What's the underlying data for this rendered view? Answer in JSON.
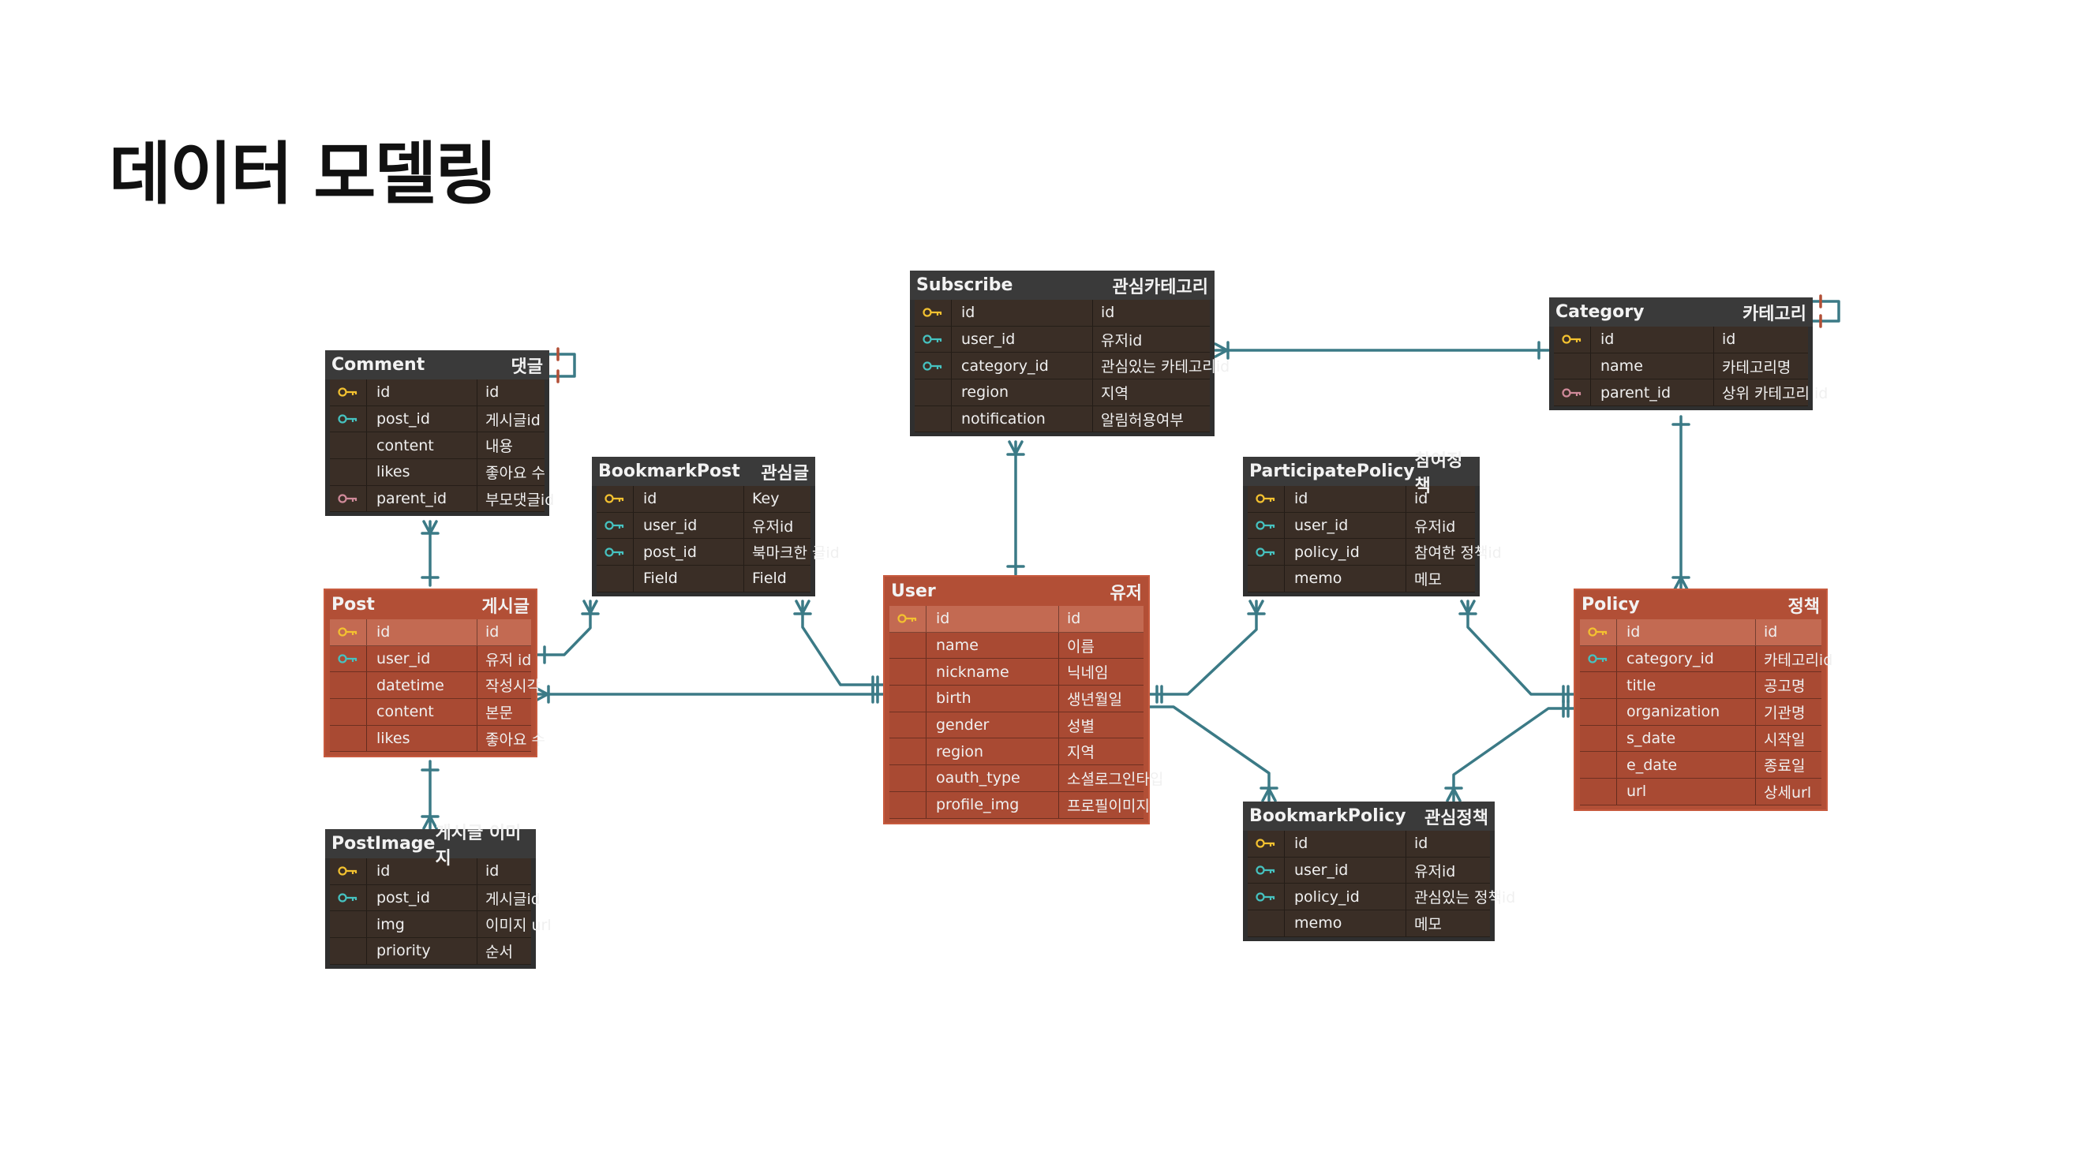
{
  "page": {
    "title": "데이터 모델링"
  },
  "colors": {
    "dark_table": "#2f2f2f",
    "main_table": "#b24f36",
    "line": "#3b7a86",
    "pk_key": "#f3c130",
    "fk_key": "#46c2c0",
    "self_key": "#d08a9a"
  },
  "icons": {
    "primary_key": "key-icon",
    "foreign_key": "key-icon",
    "self_reference": "key-icon"
  },
  "tables": {
    "comment": {
      "name": "Comment",
      "label": "댓글",
      "columns": [
        {
          "key": "pk",
          "name": "id",
          "desc": "id"
        },
        {
          "key": "fk",
          "name": "post_id",
          "desc": "게시글id"
        },
        {
          "key": "",
          "name": "content",
          "desc": "내용"
        },
        {
          "key": "",
          "name": "likes",
          "desc": "좋아요 수"
        },
        {
          "key": "self",
          "name": "parent_id",
          "desc": "부모댓글id"
        }
      ]
    },
    "post": {
      "name": "Post",
      "label": "게시글",
      "columns": [
        {
          "key": "pk",
          "name": "id",
          "desc": "id"
        },
        {
          "key": "fk",
          "name": "user_id",
          "desc": "유저 id"
        },
        {
          "key": "",
          "name": "datetime",
          "desc": "작성시각"
        },
        {
          "key": "",
          "name": "content",
          "desc": "본문"
        },
        {
          "key": "",
          "name": "likes",
          "desc": "좋아요 수"
        }
      ]
    },
    "postimage": {
      "name": "PostImage",
      "label": "게시글 이미지",
      "columns": [
        {
          "key": "pk",
          "name": "id",
          "desc": "id"
        },
        {
          "key": "fk",
          "name": "post_id",
          "desc": "게시글id"
        },
        {
          "key": "",
          "name": "img",
          "desc": "이미지 url"
        },
        {
          "key": "",
          "name": "priority",
          "desc": "순서"
        }
      ]
    },
    "bookmarkpost": {
      "name": "BookmarkPost",
      "label": "관심글",
      "columns": [
        {
          "key": "pk",
          "name": "id",
          "desc": "Key"
        },
        {
          "key": "fk",
          "name": "user_id",
          "desc": "유저id"
        },
        {
          "key": "fk",
          "name": "post_id",
          "desc": "북마크한 글id"
        },
        {
          "key": "",
          "name": "Field",
          "desc": "Field"
        }
      ]
    },
    "subscribe": {
      "name": "Subscribe",
      "label": "관심카테고리",
      "columns": [
        {
          "key": "pk",
          "name": "id",
          "desc": "id"
        },
        {
          "key": "fk",
          "name": "user_id",
          "desc": "유저id"
        },
        {
          "key": "fk",
          "name": "category_id",
          "desc": "관심있는 카테고리id"
        },
        {
          "key": "",
          "name": "region",
          "desc": "지역"
        },
        {
          "key": "",
          "name": "notification",
          "desc": "알림허용여부"
        }
      ]
    },
    "user": {
      "name": "User",
      "label": "유저",
      "columns": [
        {
          "key": "pk",
          "name": "id",
          "desc": "id"
        },
        {
          "key": "",
          "name": "name",
          "desc": "이름"
        },
        {
          "key": "",
          "name": "nickname",
          "desc": "닉네임"
        },
        {
          "key": "",
          "name": "birth",
          "desc": "생년월일"
        },
        {
          "key": "",
          "name": "gender",
          "desc": "성별"
        },
        {
          "key": "",
          "name": "region",
          "desc": "지역"
        },
        {
          "key": "",
          "name": "oauth_type",
          "desc": "소셜로그인타입"
        },
        {
          "key": "",
          "name": "profile_img",
          "desc": "프로필이미지"
        }
      ]
    },
    "category": {
      "name": "Category",
      "label": "카테고리",
      "columns": [
        {
          "key": "pk",
          "name": "id",
          "desc": "id"
        },
        {
          "key": "",
          "name": "name",
          "desc": "카테고리명"
        },
        {
          "key": "self",
          "name": "parent_id",
          "desc": "상위 카테고리 id"
        }
      ]
    },
    "participatepolicy": {
      "name": "ParticipatePolicy",
      "label": "참여정책",
      "columns": [
        {
          "key": "pk",
          "name": "id",
          "desc": "id"
        },
        {
          "key": "fk",
          "name": "user_id",
          "desc": "유저id"
        },
        {
          "key": "fk",
          "name": "policy_id",
          "desc": "참여한 정책id"
        },
        {
          "key": "",
          "name": "memo",
          "desc": "메모"
        }
      ]
    },
    "bookmarkpolicy": {
      "name": "BookmarkPolicy",
      "label": "관심정책",
      "columns": [
        {
          "key": "pk",
          "name": "id",
          "desc": "id"
        },
        {
          "key": "fk",
          "name": "user_id",
          "desc": "유저id"
        },
        {
          "key": "fk",
          "name": "policy_id",
          "desc": "관심있는 정책id"
        },
        {
          "key": "",
          "name": "memo",
          "desc": "메모"
        }
      ]
    },
    "policy": {
      "name": "Policy",
      "label": "정책",
      "columns": [
        {
          "key": "pk",
          "name": "id",
          "desc": "id"
        },
        {
          "key": "fk",
          "name": "category_id",
          "desc": "카테고리id"
        },
        {
          "key": "",
          "name": "title",
          "desc": "공고명"
        },
        {
          "key": "",
          "name": "organization",
          "desc": "기관명"
        },
        {
          "key": "",
          "name": "s_date",
          "desc": "시작일"
        },
        {
          "key": "",
          "name": "e_date",
          "desc": "종료일"
        },
        {
          "key": "",
          "name": "url",
          "desc": "상세url"
        }
      ]
    }
  }
}
